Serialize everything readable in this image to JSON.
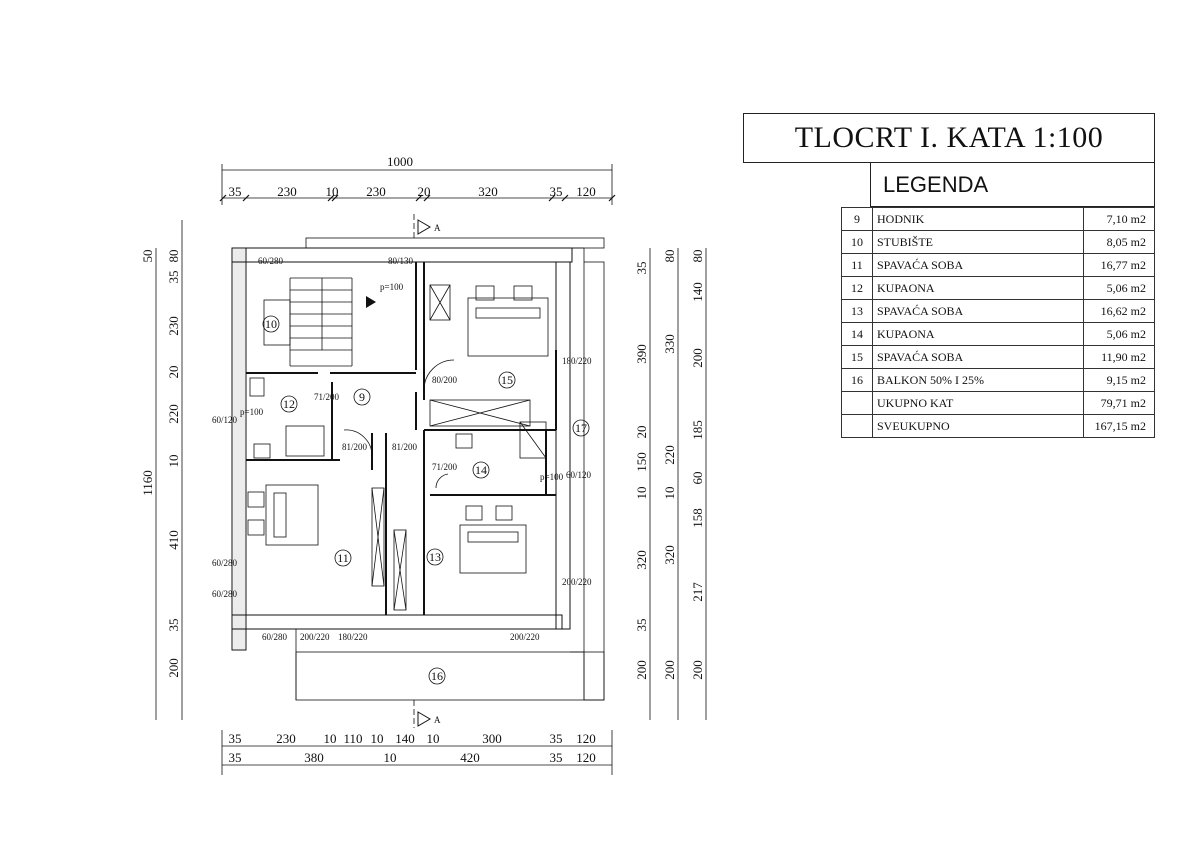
{
  "title": "TLOCRT I. KATA 1:100",
  "legend": {
    "heading": "LEGENDA",
    "rows": [
      {
        "num": "9",
        "name": "HODNIK",
        "area": "7,10 m2"
      },
      {
        "num": "10",
        "name": "STUBIŠTE",
        "area": "8,05 m2"
      },
      {
        "num": "11",
        "name": "SPAVAĆA SOBA",
        "area": "16,77 m2"
      },
      {
        "num": "12",
        "name": "KUPAONA",
        "area": "5,06 m2"
      },
      {
        "num": "13",
        "name": "SPAVAĆA SOBA",
        "area": "16,62 m2"
      },
      {
        "num": "14",
        "name": "KUPAONA",
        "area": "5,06 m2"
      },
      {
        "num": "15",
        "name": "SPAVAĆA SOBA",
        "area": "11,90 m2"
      },
      {
        "num": "16",
        "name": "BALKON 50% I 25%",
        "area": "9,15 m2"
      },
      {
        "num": "",
        "name": "UKUPNO KAT",
        "area": "79,71 m2"
      },
      {
        "num": "",
        "name": "SVEUKUPNO",
        "area": "167,15 m2"
      }
    ]
  },
  "plan": {
    "total_width": "1000",
    "total_height": "1160",
    "section_marker": "A",
    "top_dims": [
      "35",
      "230",
      "10",
      "230",
      "20",
      "320",
      "35",
      "120"
    ],
    "bottom_dims_1": [
      "35",
      "230",
      "10",
      "110",
      "10",
      "140",
      "10",
      "300",
      "35",
      "120"
    ],
    "bottom_dims_2": [
      "35",
      "380",
      "10",
      "420",
      "35",
      "120"
    ],
    "left_outer_dims": [
      "50",
      "35",
      "230",
      "20",
      "220",
      "10",
      "410",
      "35",
      "200"
    ],
    "left_inner_dims": [
      "80"
    ],
    "right_dims_1": [
      "35",
      "390",
      "20",
      "150",
      "10",
      "320",
      "35",
      "200"
    ],
    "right_dims_2": [
      "80",
      "330",
      "220",
      "10",
      "320",
      "200"
    ],
    "right_dims_3": [
      "80",
      "140",
      "200",
      "185",
      "60",
      "158",
      "217",
      "200"
    ],
    "room_numbers": [
      "9",
      "10",
      "11",
      "12",
      "13",
      "14",
      "15",
      "16",
      "17"
    ],
    "stair_label": "p=100",
    "openings": [
      "60/280",
      "80/130",
      "80/200",
      "180/220",
      "71/200",
      "81/200",
      "81/200",
      "60/120",
      "71/200",
      "60/120",
      "60/280",
      "60/280",
      "60/280",
      "180/220",
      "200/220",
      "200/220",
      "200/220",
      "p=100",
      "p=100"
    ]
  }
}
